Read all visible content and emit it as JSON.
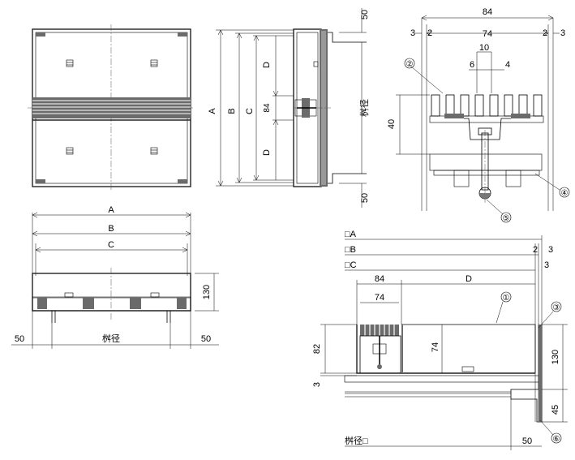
{
  "labels": {
    "A": "A",
    "B": "B",
    "C": "C",
    "D": "D",
    "d84": "84",
    "masukei": "桝径",
    "d50": "50",
    "d130": "130",
    "d84_top": "84",
    "d74_top": "74",
    "d3": "3",
    "d2": "2",
    "d10": "10",
    "d6": "6",
    "d4": "4",
    "d40": "40",
    "sqA": "□A",
    "sqB": "□B",
    "sqC": "□C",
    "d74": "74",
    "d82": "82",
    "d45": "45",
    "masukei_sq": "桝径□"
  },
  "callouts": [
    "①",
    "②",
    "③",
    "④",
    "⑤",
    "⑥"
  ]
}
